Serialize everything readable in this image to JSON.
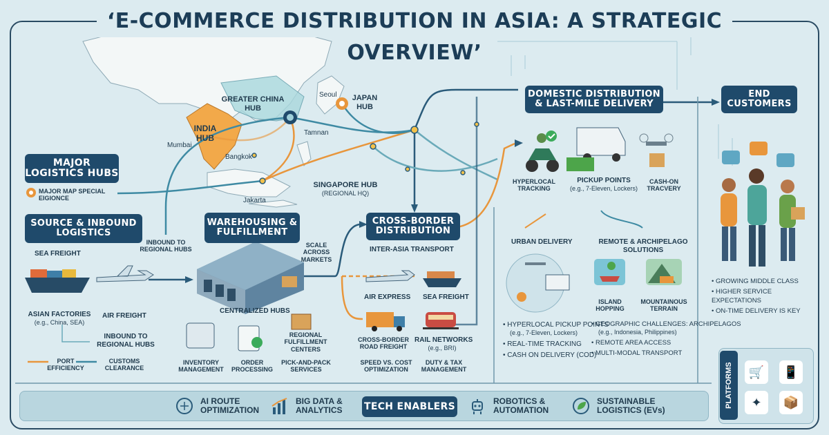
{
  "title": "‘E-COMMERCE DISTRIBUTION IN ASIA: A STRATEGIC OVERVIEW’",
  "hubs_section": {
    "heading": "MAJOR LOGISTICS HUBS",
    "legend": "MAJOR MAP SPECIAL EIGIONCE",
    "india_hub": "INDIA HUB",
    "china_hub": "GREATER CHINA HUB",
    "japan_hub": "JAPAN HUB",
    "singapore_hub": "SINGAPORE HUB",
    "singapore_sub": "(REGIONAL HQ)",
    "cities": [
      "Mumbai",
      "Bangkok",
      "Jakarta",
      "Seoul",
      "Tamnan"
    ]
  },
  "source": {
    "heading": "SOURCE & INBOUND LOGISTICS",
    "sea_freight": "SEA FREIGHT",
    "air_freight": "AIR FREIGHT",
    "inbound_to_hubs": "INBOUND TO REGIONAL HUBS",
    "factories": "ASIAN FACTORIES",
    "factories_sub": "(e.g., China, SEA)",
    "inbound_to_hubs_2": "INBOUND TO REGIONAL HUBS",
    "port_efficiency": "PORT EFFICIENCY",
    "customs": "CUSTOMS CLEARANCE"
  },
  "warehousing": {
    "heading": "WAREHOUSING & FULFILLMENT",
    "scale": "SCALE ACROSS MARKETS",
    "centralized": "CENTRALIZED HUBS",
    "regional_fc": "REGIONAL FULFILLMENT CENTERS",
    "inventory": "INVENTORY MANAGEMENT",
    "order": "ORDER PROCESSING",
    "pick_pack": "PICK-AND-PACK SERVICES"
  },
  "cross_border": {
    "heading": "CROSS-BORDER DISTRIBUTION",
    "transport": "INTER-ASIA TRANSPORT",
    "air_express": "AIR EXPRESS",
    "sea_freight": "SEA FREIGHT",
    "road": "CROSS-BORDER ROAD FREIGHT",
    "rail": "RAIL NETWORKS",
    "rail_sub": "(e.g., BRI)",
    "speed_cost": "SPEED VS. COST OPTIMIZATION",
    "duty_tax": "DUTY & TAX MANAGEMENT"
  },
  "domestic": {
    "heading": "DOMESTIC DISTRIBUTION & LAST-MILE DELIVERY",
    "hyperlocal": "HYPERLOCAL TRACKING",
    "pickup": "PICKUP POINTS",
    "pickup_sub": "(e.g., 7-Eleven, Lockers)",
    "cash_on": "CASH-ON TRACVERY",
    "urban": "URBAN DELIVERY",
    "remote": "REMOTE & ARCHIPELAGO SOLUTIONS",
    "island": "ISLAND HOPPING",
    "mountain": "MOUNTAINOUS TERRAIN",
    "urban_bullets": [
      {
        "text": "HYPERLOCAL PICKUP POINTS",
        "sub": "(e.g., 7-Eleven, Lockers)"
      },
      {
        "text": "REAL-TIME TRACKING",
        "sub": ""
      },
      {
        "text": "CASH ON DELIVERY (COD)",
        "sub": ""
      }
    ],
    "remote_bullets": [
      {
        "text": "GEOGRAPHIC CHALLENGES: ARCHIPELAGOS",
        "sub": "(e.g., Indonesia, Philippines)"
      },
      {
        "text": "REMOTE AREA ACCESS",
        "sub": ""
      },
      {
        "text": "MULTI-MODAL TRANSPORT",
        "sub": ""
      }
    ]
  },
  "end_customers": {
    "heading": "END CUSTOMERS",
    "bullets": [
      "GROWING MIDDLE CLASS",
      "HIGHER SERVICE EXPECTATIONS",
      "ON-TIME DELIVERY IS KEY"
    ]
  },
  "tech": {
    "heading": "TECH ENABLERS",
    "items": [
      "AI ROUTE OPTIMIZATION",
      "BIG DATA & ANALYTICS",
      "ROBOTICS & AUTOMATION",
      "SUSTAINABLE LOGISTICS (EVs)"
    ]
  },
  "platforms": {
    "heading": "PLATFORMS"
  },
  "colors": {
    "navy": "#1f4a6b",
    "orange": "#e8963c",
    "teal": "#3e8aa3",
    "background": "#dcebf0"
  }
}
